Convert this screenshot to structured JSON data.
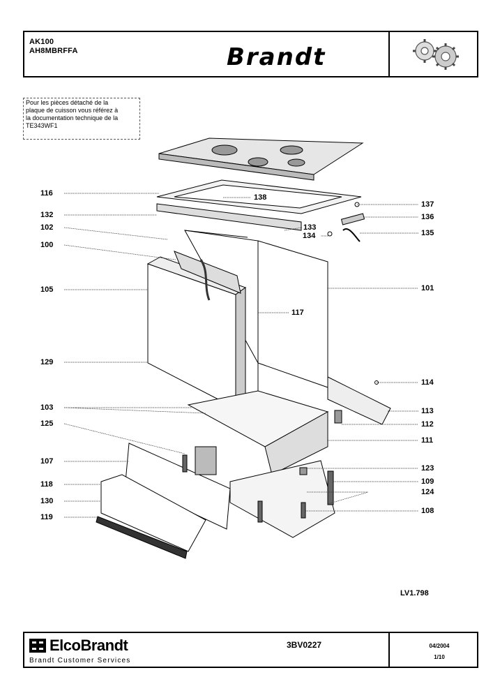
{
  "header": {
    "model_1": "AK100",
    "model_2": "AH8MBRFFA",
    "brand": "Brandt"
  },
  "note": {
    "lines": [
      "Pour les pièces détaché de la",
      "plaque de cuisson vous référez à",
      "la documentation technique de la",
      "TE343WF1"
    ]
  },
  "callouts_left": [
    "116",
    "132",
    "102",
    "100",
    "105",
    "129",
    "103",
    "125",
    "107",
    "118",
    "130",
    "119"
  ],
  "callouts_right": [
    "137",
    "136",
    "135",
    "101",
    "114",
    "113",
    "112",
    "111",
    "123",
    "109",
    "124",
    "108"
  ],
  "callouts_inner": [
    "138",
    "133",
    "134",
    "117"
  ],
  "reference": "LV1.798",
  "footer": {
    "company": "ElcoBrandt",
    "subtitle": "Brandt Customer Services",
    "doc_code": "3BV0227",
    "date": "04/2004",
    "page": "1/10"
  }
}
